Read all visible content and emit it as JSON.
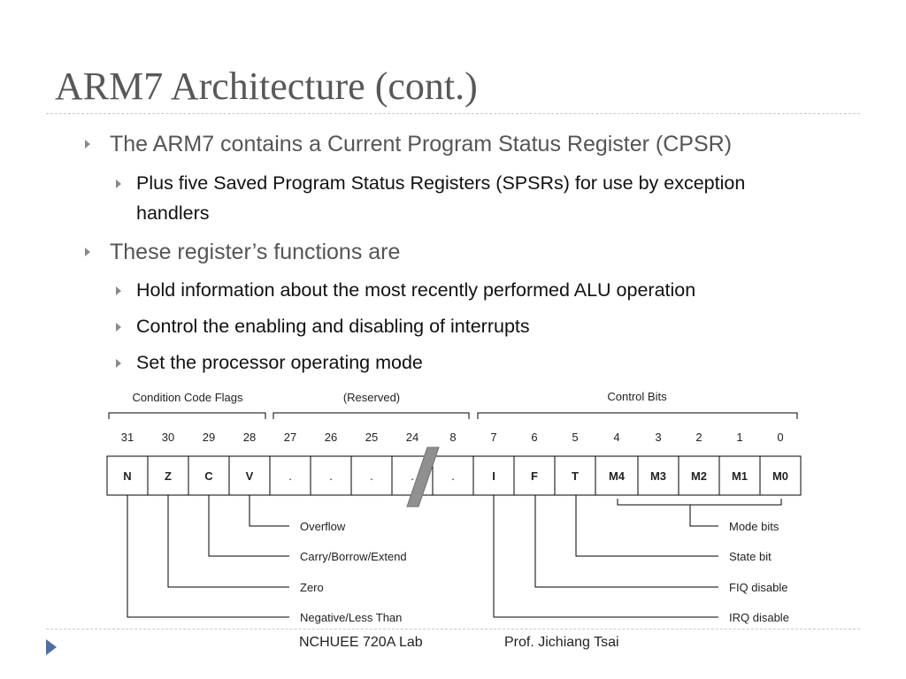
{
  "slide": {
    "title": "ARM7 Architecture (cont.)"
  },
  "bullets": [
    {
      "text": "The ARM7 contains a Current Program Status Register (CPSR)",
      "sub": [
        {
          "line1": "Plus five Saved Program Status Registers (SPSRs) for use by exception",
          "line2": "handlers"
        }
      ]
    },
    {
      "text": "These register’s functions are",
      "sub": [
        {
          "line1": "Hold information about the most recently performed  ALU operation"
        },
        {
          "line1": "Control the enabling and disabling of interrupts"
        },
        {
          "line1": "Set the processor operating mode"
        }
      ]
    }
  ],
  "diagram": {
    "groups": {
      "condition_code_flags": "Condition Code Flags",
      "reserved": "(Reserved)",
      "control_bits": "Control Bits"
    },
    "bit_numbers": [
      "31",
      "30",
      "29",
      "28",
      "27",
      "26",
      "25",
      "24",
      "8",
      "7",
      "6",
      "5",
      "4",
      "3",
      "2",
      "1",
      "0"
    ],
    "cells": [
      "N",
      "Z",
      "C",
      "V",
      ".",
      ".",
      ".",
      ".",
      ".",
      "I",
      "F",
      "T",
      "M4",
      "M3",
      "M2",
      "M1",
      "M0"
    ],
    "callouts_left": {
      "overflow": "Overflow",
      "carry": "Carry/Borrow/Extend",
      "zero": "Zero",
      "negative": "Negative/Less Than"
    },
    "callouts_right": {
      "mode_bits": "Mode bits",
      "state_bit": "State bit",
      "fiq_disable": "FIQ disable",
      "irq_disable": "IRQ disable"
    }
  },
  "footer": {
    "lab": "NCHUEE 720A Lab",
    "author": "Prof. Jichiang Tsai"
  },
  "colors": {
    "title": "#585858",
    "level1_text": "#555555",
    "level2_text": "#111111",
    "nav_arrow": "#4f6ea5"
  }
}
